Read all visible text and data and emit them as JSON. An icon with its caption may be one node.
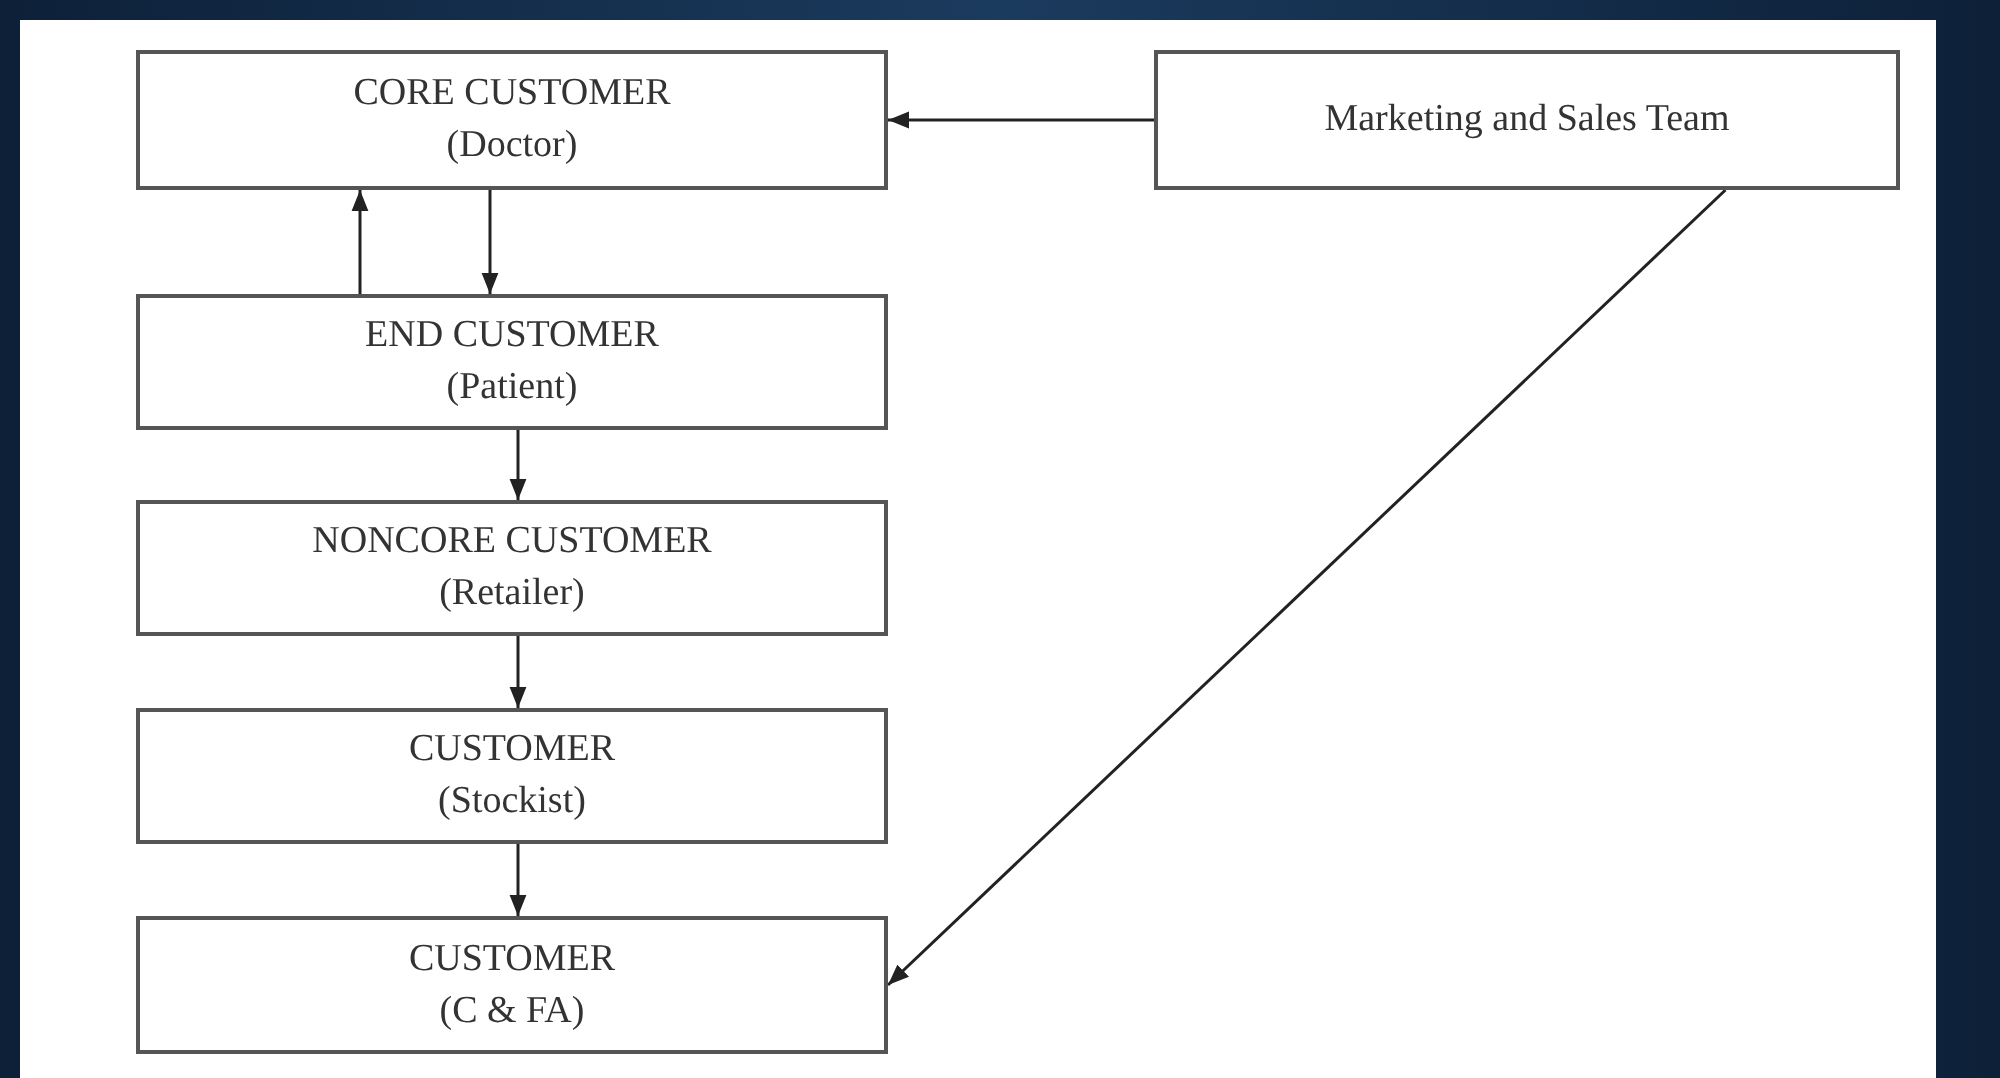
{
  "diagram": {
    "nodes": [
      {
        "text": [
          "CORE CUSTOMER",
          "(Doctor)"
        ]
      },
      {
        "text": [
          "Marketing and Sales Team"
        ]
      },
      {
        "text": [
          "END CUSTOMER",
          "(Patient)"
        ]
      },
      {
        "text": [
          "NONCORE CUSTOMER",
          "(Retailer)"
        ]
      },
      {
        "text": [
          "CUSTOMER",
          "(Stockist)"
        ]
      },
      {
        "text": [
          "CUSTOMER",
          "(C & FA)"
        ]
      }
    ],
    "edges": [
      {
        "from": 1,
        "to": 0,
        "arrow": "to"
      },
      {
        "from": 0,
        "to": 2,
        "arrow": "to"
      },
      {
        "from": 2,
        "to": 0,
        "arrow": "to"
      },
      {
        "from": 2,
        "to": 3,
        "arrow": "to"
      },
      {
        "from": 3,
        "to": 4,
        "arrow": "to"
      },
      {
        "from": 4,
        "to": 5,
        "arrow": "to"
      },
      {
        "from": 1,
        "to": 5,
        "arrow": "to"
      }
    ]
  }
}
